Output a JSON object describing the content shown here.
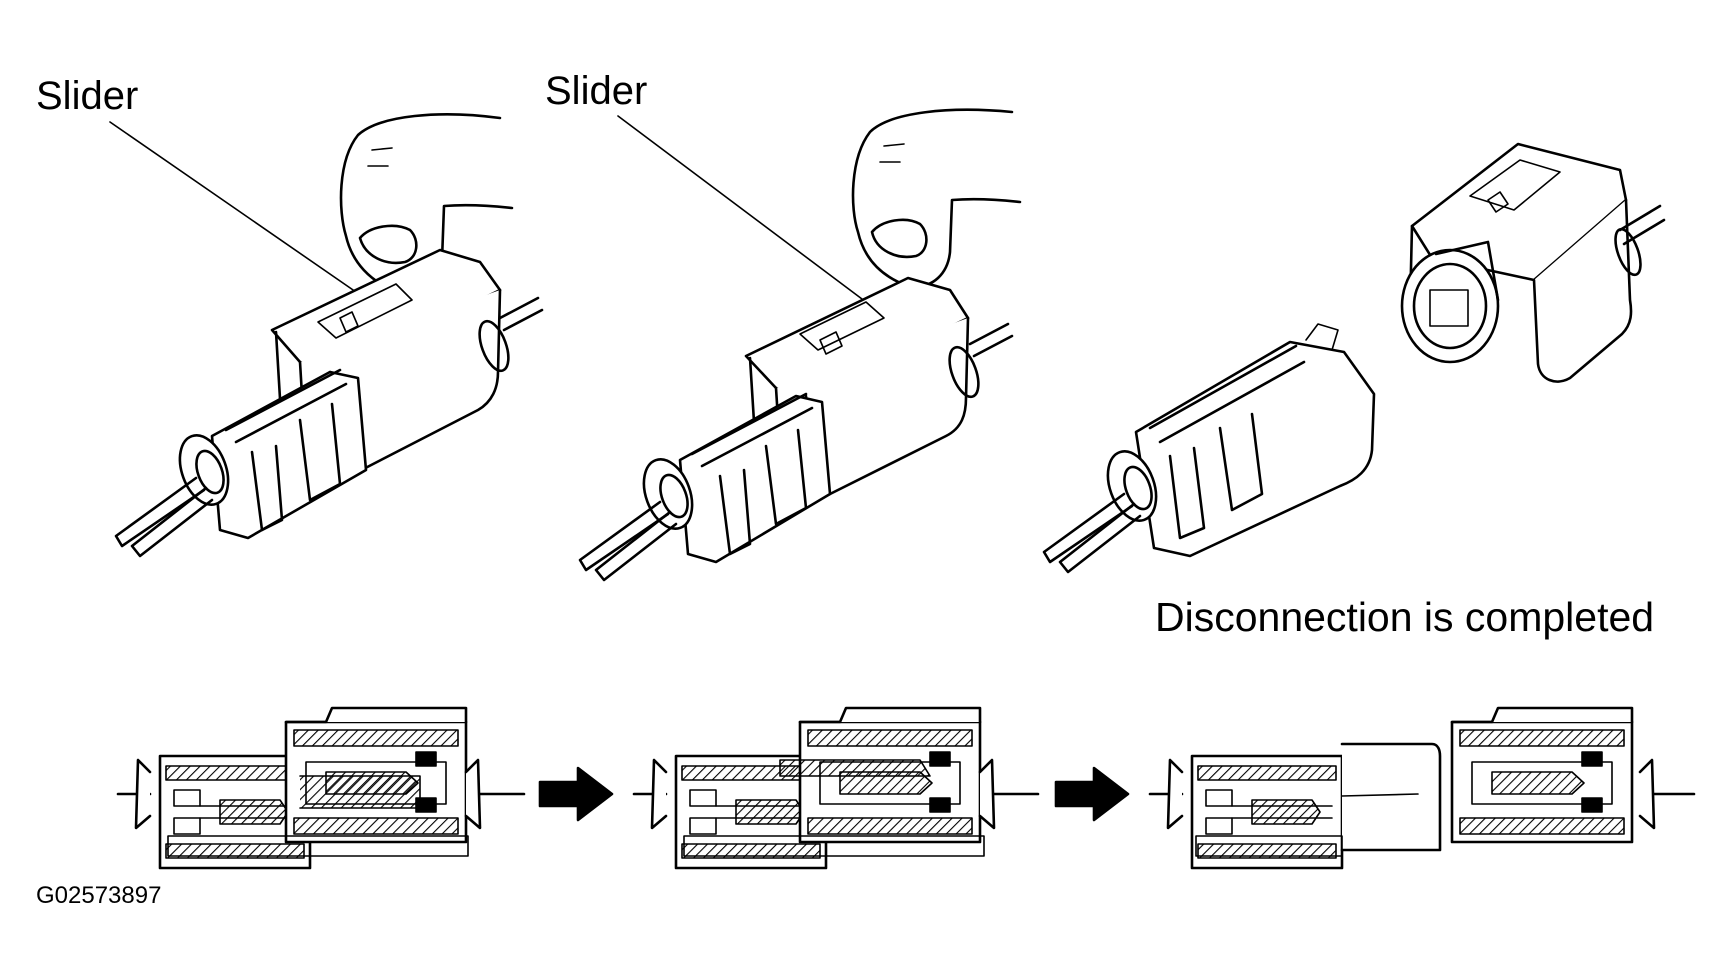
{
  "labels": {
    "slider_left": "Slider",
    "slider_middle": "Slider",
    "status": "Disconnection is completed",
    "figure_code": "G02573897"
  },
  "icons": {
    "step_arrow": "right-arrow-icon"
  },
  "colors": {
    "ink": "#000000",
    "background": "#ffffff"
  }
}
